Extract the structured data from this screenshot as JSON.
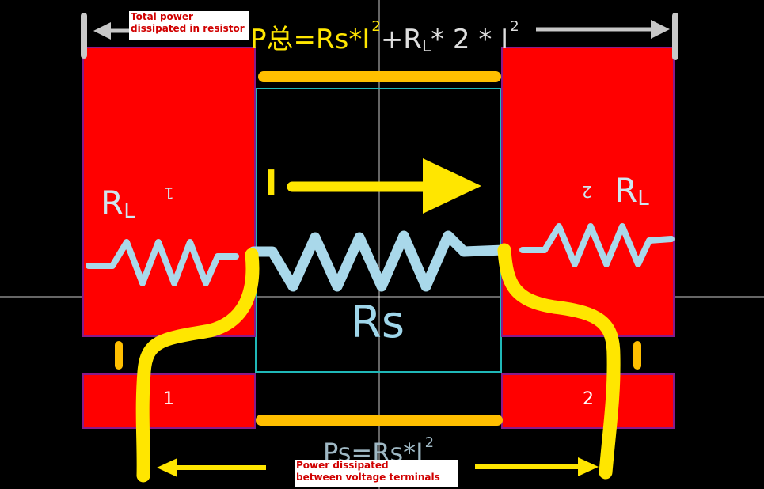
{
  "title_formula": {
    "lhs": "P总=Rs*I",
    "exp1": "2",
    "plus": "+R",
    "sub": "L",
    "rest": "* 2 * I",
    "exp2": "2"
  },
  "bottom_formula": {
    "text": "Ps=Rs*I",
    "exp": "2"
  },
  "notes": {
    "total_power": [
      "Total power",
      "dissipated in resistor"
    ],
    "voltage_terminals": [
      "Power dissipated",
      "between voltage terminals"
    ]
  },
  "labels": {
    "rl_left_main": "R",
    "rl_left_sub": "L",
    "rl_left_num": "1",
    "rl_right_main": "R",
    "rl_right_sub": "L",
    "rl_right_num": "2",
    "rs": "Rs",
    "current": "I",
    "pad_left": "1",
    "pad_right": "2"
  },
  "colors": {
    "pad": "#ff0000",
    "pad_border": "#8a1a8a",
    "resistor": "#a9d8ea",
    "current_path": "#ffe600",
    "trace": "#ffbf00",
    "outline": "#1fb8b8",
    "arrow_gray": "#c8c8c8"
  }
}
